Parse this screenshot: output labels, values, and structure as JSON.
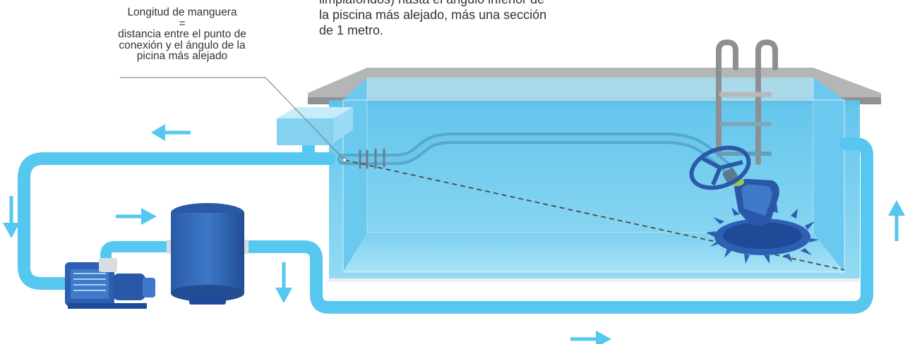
{
  "hose_label": {
    "title": "Longitud de manguera",
    "equals": "=",
    "line1": "distancia entre el punto de",
    "line2": "conexión y el ángulo de la",
    "line3": "picina más alejado"
  },
  "note_label": {
    "line0": "limpiafondos) hasta el ángulo inferior de",
    "line1": "la piscina más alejado, más una sección",
    "line2": "de 1 metro."
  },
  "colors": {
    "pipe": "#56c7ef",
    "pool_water": "#7fd0f0",
    "pool_rim": "#a9abad",
    "equipment": "#2f63b0",
    "dashed_line": "#4a4a4a"
  },
  "icons": [
    "flow-arrow-left",
    "flow-arrow-down",
    "flow-arrow-right",
    "flow-arrow-up"
  ]
}
